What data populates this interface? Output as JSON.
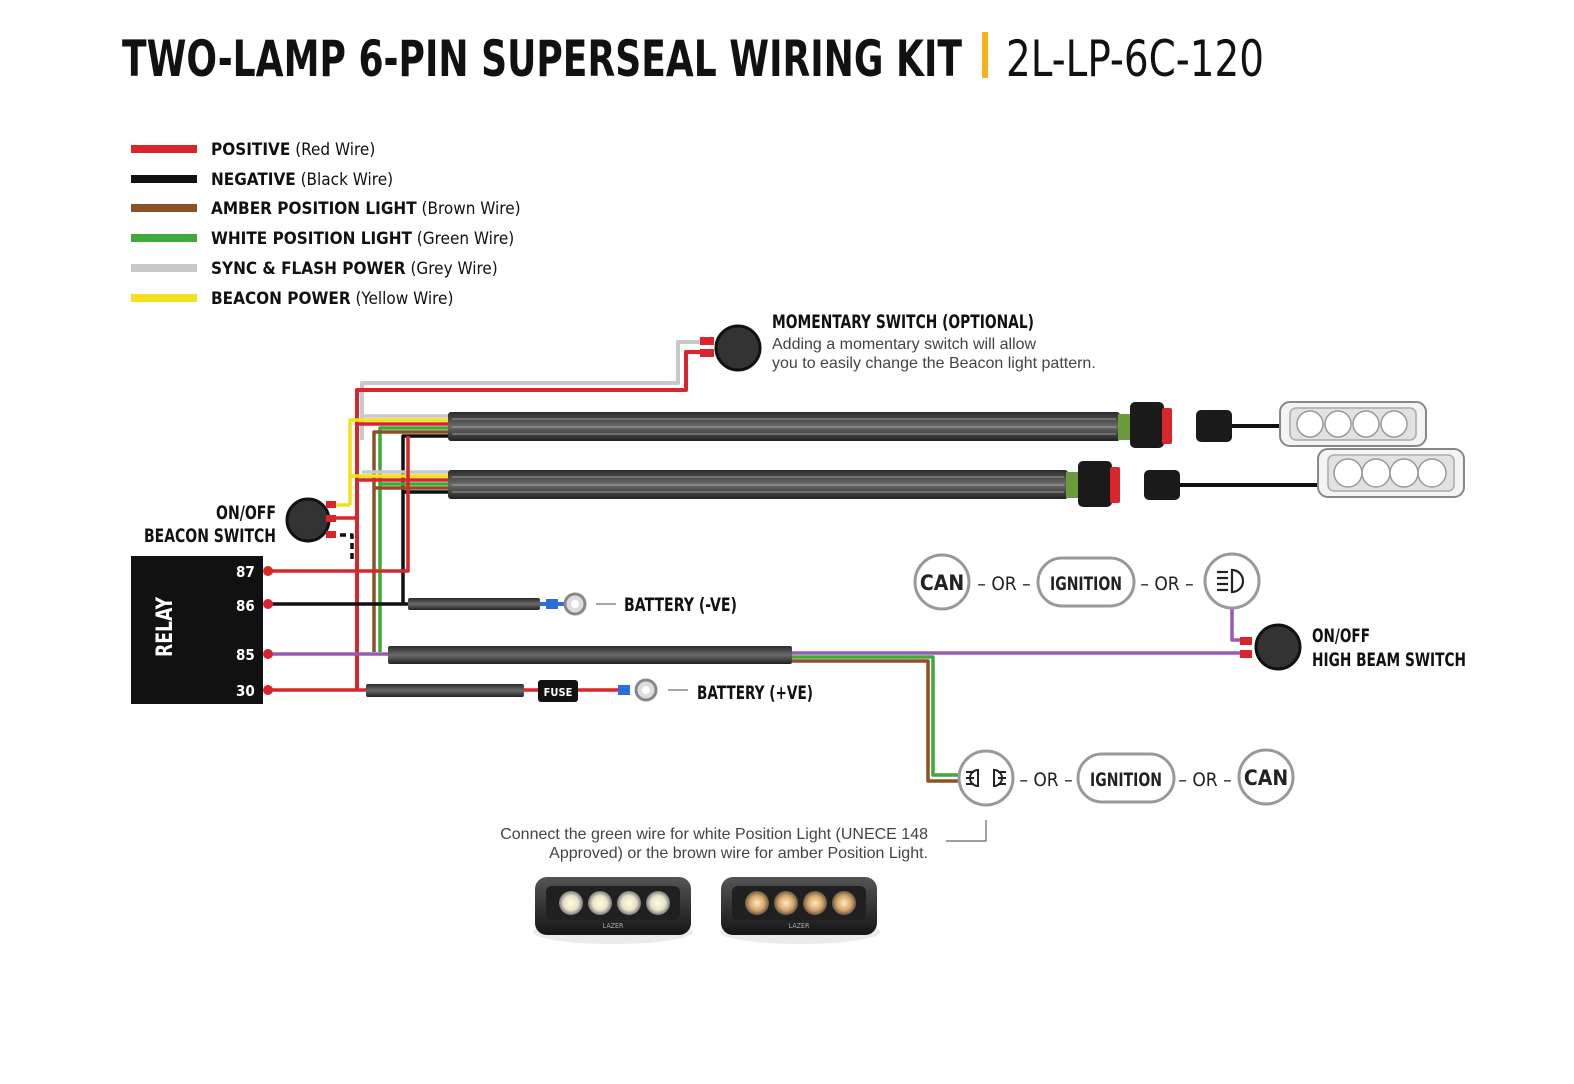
{
  "title": {
    "main": "TWO-LAMP 6-PIN SUPERSEAL WIRING KIT",
    "separator": "|",
    "code": "2L-LP-6C-120"
  },
  "colors": {
    "positive": "#d8262b",
    "negative": "#111111",
    "amber": "#8a5226",
    "white_pos": "#3fa93a",
    "sync": "#c8c8c8",
    "beacon": "#f2e11c",
    "purple": "#9b59b6",
    "accent": "#f5b21b"
  },
  "legend": [
    {
      "label": "POSITIVE",
      "note": "(Red Wire)",
      "color": "#d8262b"
    },
    {
      "label": "NEGATIVE",
      "note": "(Black Wire)",
      "color": "#111111"
    },
    {
      "label": "AMBER POSITION LIGHT",
      "note": "(Brown Wire)",
      "color": "#8a5226"
    },
    {
      "label": "WHITE POSITION LIGHT",
      "note": "(Green Wire)",
      "color": "#3fa93a"
    },
    {
      "label": "SYNC & FLASH POWER",
      "note": "(Grey Wire)",
      "color": "#c8c8c8"
    },
    {
      "label": "BEACON POWER",
      "note": "(Yellow Wire)",
      "color": "#f2e11c"
    }
  ],
  "momentary": {
    "title": "MOMENTARY SWITCH (OPTIONAL)",
    "line1": "Adding a momentary switch will allow",
    "line2": "you to easily change the Beacon light pattern."
  },
  "beacon_switch": {
    "line1": "ON/OFF",
    "line2": "BEACON SWITCH"
  },
  "relay": {
    "label": "RELAY",
    "pins": [
      "87",
      "86",
      "85",
      "30"
    ]
  },
  "battery_neg": "BATTERY (-VE)",
  "battery_pos": "BATTERY (+VE)",
  "fuse": "FUSE",
  "high_beam": {
    "line1": "ON/OFF",
    "line2": "HIGH BEAM SWITCH"
  },
  "top_sources": {
    "can": "CAN",
    "or": "– OR –",
    "ignition": "IGNITION",
    "icon": "high-beam-icon"
  },
  "bottom_sources": {
    "icon": "position-light-icon",
    "or": "– OR –",
    "ignition": "IGNITION",
    "can": "CAN"
  },
  "position_note": {
    "line1": "Connect the green wire for white Position Light (UNECE 148",
    "line2": "Approved) or the brown wire for amber Position Light."
  },
  "lamp_brand": "LAZER"
}
